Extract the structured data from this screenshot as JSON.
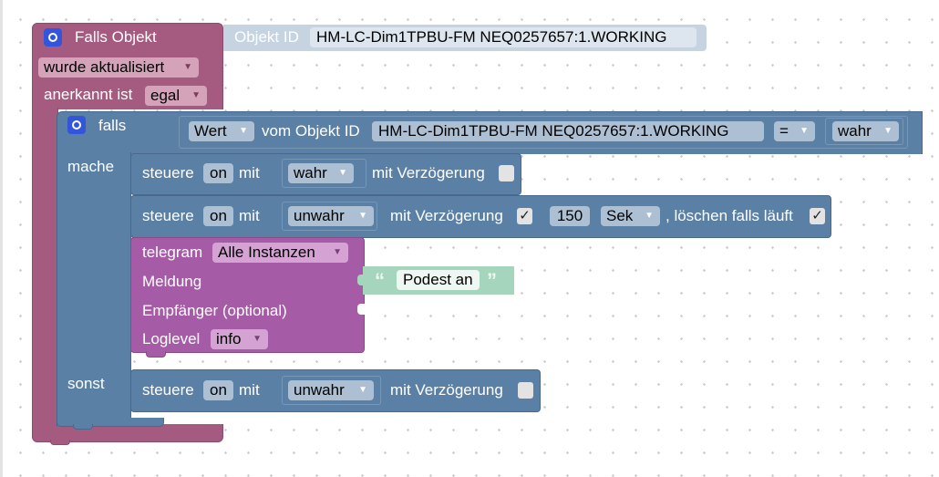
{
  "trigger": {
    "title": "Falls Objekt",
    "object_id_label": "Objekt ID",
    "object_id_value": "HM-LC-Dim1TPBU-FM NEQ0257657:1.WORKING",
    "event_value": "wurde aktualisiert",
    "ack_label": "anerkannt ist",
    "ack_value": "egal"
  },
  "if_block": {
    "falls_label": "falls",
    "mache_label": "mache",
    "sonst_label": "sonst",
    "condition": {
      "value_dropdown": "Wert",
      "object_id_label": "vom Objekt ID",
      "object_id_value": "HM-LC-Dim1TPBU-FM NEQ0257657:1.WORKING",
      "operator": "=",
      "compare_value": "wahr"
    }
  },
  "control1": {
    "steuere": "steuere",
    "on": "on",
    "mit": "mit",
    "value": "wahr",
    "delay_label": "mit Verzögerung"
  },
  "control2": {
    "steuere": "steuere",
    "on": "on",
    "mit": "mit",
    "value": "unwahr",
    "delay_label": "mit Verzögerung",
    "delay_check": "✓",
    "delay_amount": "150",
    "delay_unit": "Sek",
    "clear_label": ", löschen falls läuft",
    "clear_check": "✓"
  },
  "telegram": {
    "title": "telegram",
    "instance": "Alle Instanzen",
    "message_label": "Meldung",
    "message_text": "Podest an",
    "quote_open": "“",
    "quote_close": "”",
    "recipient_label": "Empfänger (optional)",
    "loglevel_label": "Loglevel",
    "loglevel_value": "info"
  },
  "control3": {
    "steuere": "steuere",
    "on": "on",
    "mit": "mit",
    "value": "unwahr",
    "delay_label": "mit Verzögerung"
  },
  "colors": {
    "trigger": "#a55b80",
    "control": "#5b80a5",
    "telegram": "#a55ba5",
    "text": "#a5d6bd"
  }
}
